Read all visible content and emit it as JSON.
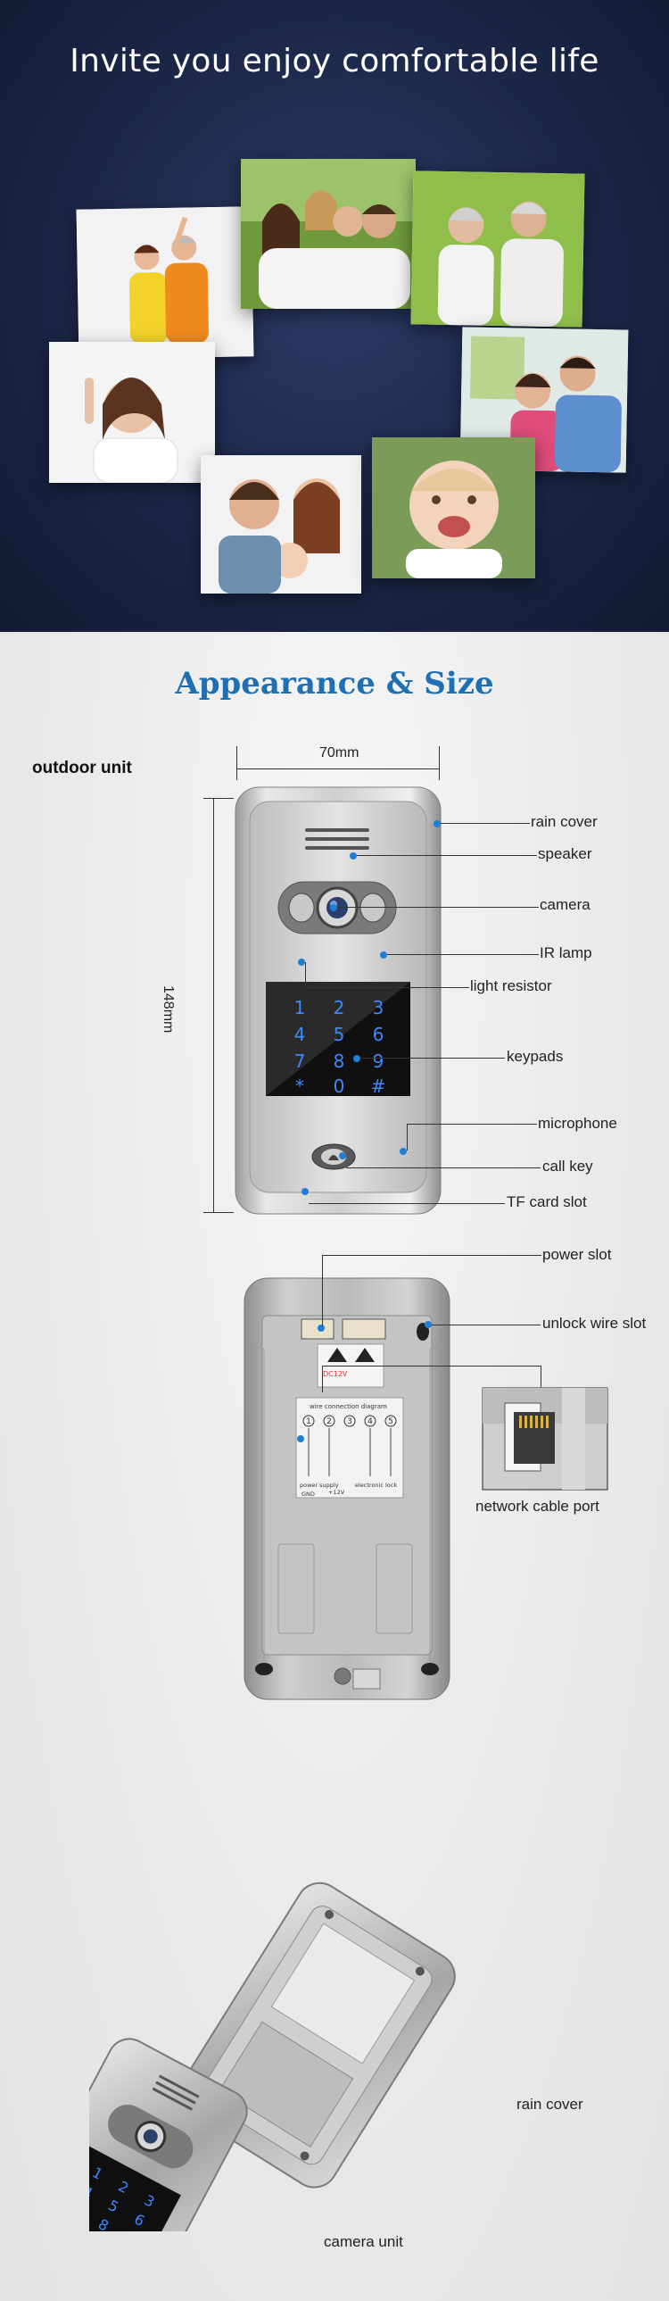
{
  "hero": {
    "title": "Invite you enjoy comfortable life"
  },
  "appearance": {
    "title": "Appearance & Size",
    "unit_label": "outdoor unit",
    "width_dim": "70mm",
    "height_dim": "148mm",
    "front_labels": {
      "rain_cover": "rain cover",
      "speaker": "speaker",
      "camera": "camera",
      "ir_lamp": "IR lamp",
      "light_resistor": "light resistor",
      "keypads": "keypads",
      "microphone": "microphone",
      "call_key": "call key",
      "tf_card_slot": "TF card slot"
    },
    "keypad_keys": [
      "1",
      "2",
      "3",
      "4",
      "5",
      "6",
      "7",
      "8",
      "9",
      "*",
      "0",
      "#"
    ],
    "back_labels": {
      "power_slot": "power slot",
      "unlock_wire_slot": "unlock wire slot",
      "network_cable_port": "network cable port"
    },
    "back_sticker": {
      "voltage": "DC12V",
      "diagram_title": "wire connection diagram",
      "nums": [
        "1",
        "2",
        "3",
        "4",
        "5"
      ],
      "power_supply": "power supply",
      "electronic_lock": "electronic lock",
      "gnd": "GND",
      "v12": "+12V"
    },
    "bottom_labels": {
      "rain_cover": "rain cover",
      "camera_unit": "camera unit"
    }
  },
  "colors": {
    "accent_blue": "#1f6fb3",
    "hero_bg": "#1c2748",
    "callout_dot": "#1f7fd6"
  }
}
